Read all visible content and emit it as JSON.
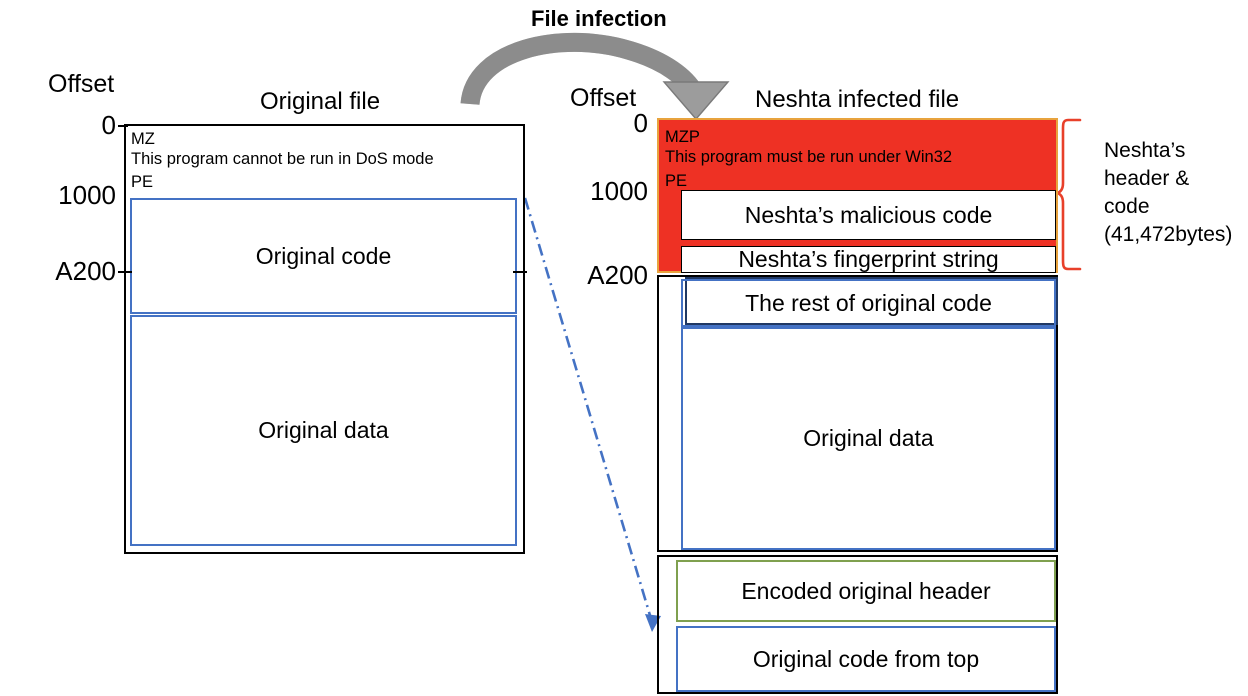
{
  "diagram": {
    "title": "File infection",
    "arrow_icon": "curved-arrow-icon",
    "dashed_arrow_icon": "dash-dot-arrow-icon"
  },
  "left_panel": {
    "offset_word": "Offset",
    "panel_title": "Original file",
    "offsets": [
      "0",
      "1000",
      "A200"
    ],
    "header_lines": [
      "MZ",
      "This program cannot be run in DoS mode",
      "PE"
    ],
    "sections": [
      {
        "label": "Original code",
        "border_color": "#4472C4"
      },
      {
        "label": "Original data",
        "border_color": "#4472C4"
      }
    ]
  },
  "right_panel": {
    "offset_word": "Offset",
    "panel_title": "Neshta infected file",
    "offsets": [
      "0",
      "1000",
      "A200"
    ],
    "header_lines": [
      "MZP",
      "This program must be run under Win32",
      "PE"
    ],
    "header_fill": "#EE3124",
    "sections": [
      {
        "label": "Neshta’s malicious code",
        "border_color": "#000000"
      },
      {
        "label": "Neshta’s fingerprint string",
        "border_color": "#000000"
      },
      {
        "label": "The rest of original code",
        "border_color": "#4472C4"
      },
      {
        "label": "Original data",
        "border_color": "#4472C4"
      },
      {
        "label": "Encoded original header",
        "border_color": "#7FA04F"
      },
      {
        "label": "Original code from top",
        "border_color": "#4472C4"
      }
    ]
  },
  "annotation": {
    "brace_color": "#E8402A",
    "lines": [
      "Neshta’s",
      "header &",
      "code",
      "(41,472bytes)"
    ]
  }
}
